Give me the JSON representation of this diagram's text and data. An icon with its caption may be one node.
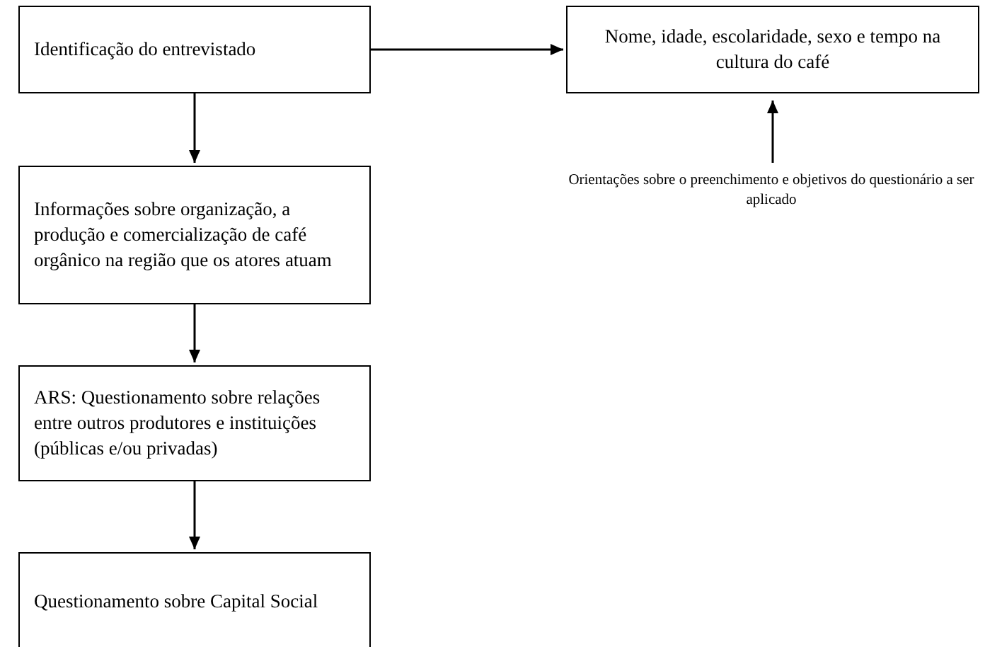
{
  "diagram": {
    "nodes": [
      {
        "text": [
          "Identificação do entrevistado"
        ]
      },
      {
        "text": [
          "Nome, idade, escolaridade, sexo e tempo na cultura do café"
        ]
      },
      {
        "text": [
          "Orientações sobre o preenchimento e objetivos do questionário a ser aplicado"
        ]
      },
      {
        "text": [
          "Informações sobre organização, a produção e comercialização de café orgânico na região que os atores atuam"
        ]
      },
      {
        "text": [
          "ARS: Questionamento sobre relações entre outros produtores e instituições (públicas e/ou privadas)"
        ]
      },
      {
        "text": [
          "Questionamento sobre Capital Social"
        ]
      }
    ],
    "edges": [
      {
        "from": 0,
        "to": 1,
        "arrow": "to"
      },
      {
        "from": 2,
        "to": 1,
        "arrow": "to"
      },
      {
        "from": 0,
        "to": 3,
        "arrow": "to"
      },
      {
        "from": 3,
        "to": 4,
        "arrow": "to"
      },
      {
        "from": 4,
        "to": 5,
        "arrow": "to"
      }
    ]
  }
}
